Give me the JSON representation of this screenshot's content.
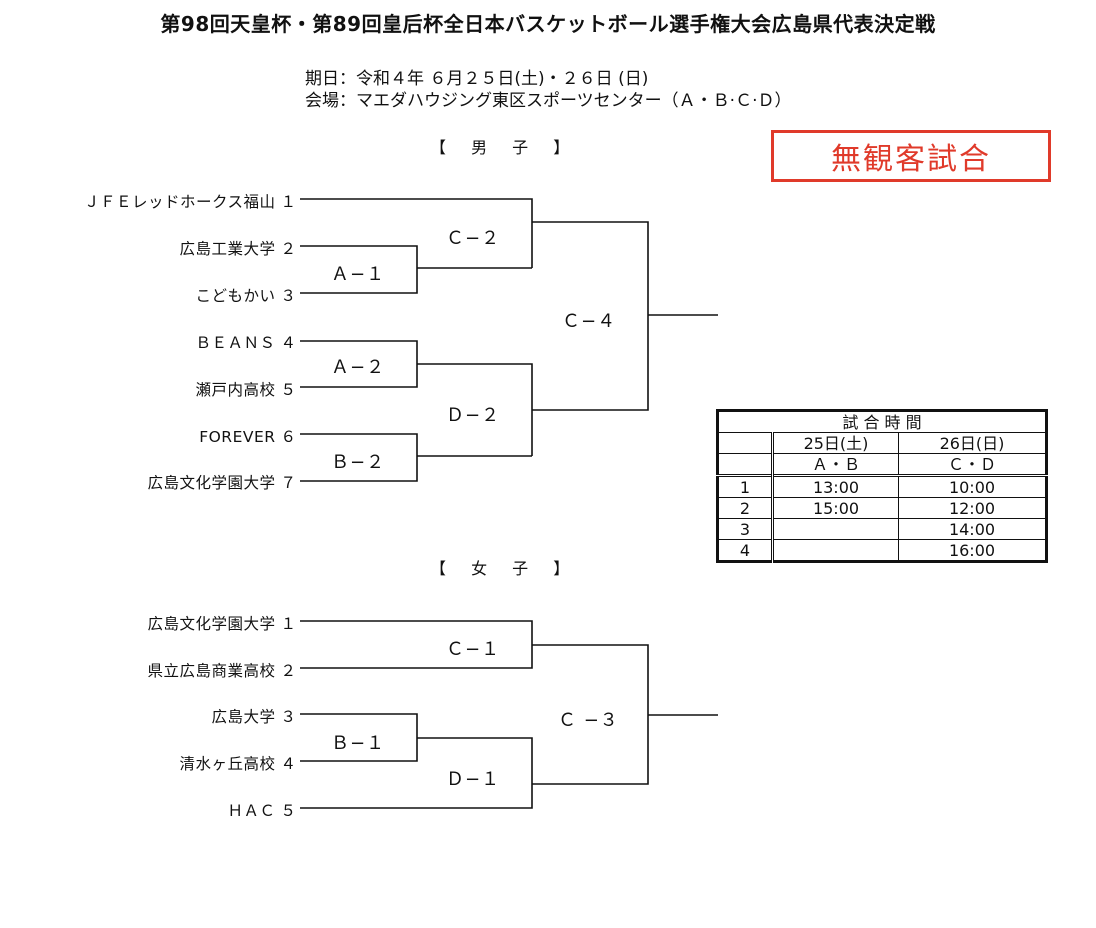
{
  "title": "第98回天皇杯・第89回皇后杯全日本バスケットボール選手権大会広島県代表決定戦",
  "info": {
    "date": "期日：令和４年 ６月２５日(土)・２６日 (日)",
    "venue": "会場：マエダハウジング東区スポーツセンター（Ａ・Ｂ·Ｃ·Ｄ）"
  },
  "banner": "無観客試合",
  "men": {
    "heading": "【 男 子 】",
    "teams": [
      {
        "name": "ＪＦＥレッドホークス福山",
        "seed": "１"
      },
      {
        "name": "広島工業大学",
        "seed": "２"
      },
      {
        "name": "こどもかい",
        "seed": "３"
      },
      {
        "name": "ＢＥＡＮＳ",
        "seed": "４"
      },
      {
        "name": "瀬戸内高校",
        "seed": "５"
      },
      {
        "name": "FOREVER",
        "seed": "６"
      },
      {
        "name": "広島文化学園大学",
        "seed": "７"
      }
    ],
    "matches": {
      "a1": "Ａ−１",
      "a2": "Ａ−２",
      "b2": "Ｂ−２",
      "c2": "Ｃ−２",
      "d2": "Ｄ−２",
      "c4": "Ｃ−４"
    }
  },
  "women": {
    "heading": "【 女 子 】",
    "teams": [
      {
        "name": "広島文化学園大学",
        "seed": "１"
      },
      {
        "name": "県立広島商業高校",
        "seed": "２"
      },
      {
        "name": "広島大学",
        "seed": "３"
      },
      {
        "name": "清水ヶ丘高校",
        "seed": "４"
      },
      {
        "name": "ＨＡＣ",
        "seed": "５"
      }
    ],
    "matches": {
      "c1": "Ｃ−１",
      "b1": "Ｂ−１",
      "d1": "Ｄ−１",
      "c3": "Ｃ −３"
    }
  },
  "schedule": {
    "title": "試 合 時 間",
    "days": [
      "25日(土)",
      "26日(日)"
    ],
    "courts": [
      "Ａ・Ｂ",
      "Ｃ・Ｄ"
    ],
    "rows": [
      {
        "no": "1",
        "d1": "13:00",
        "d2": "10:00"
      },
      {
        "no": "2",
        "d1": "15:00",
        "d2": "12:00"
      },
      {
        "no": "3",
        "d1": "",
        "d2": "14:00"
      },
      {
        "no": "4",
        "d1": "",
        "d2": "16:00"
      }
    ]
  }
}
